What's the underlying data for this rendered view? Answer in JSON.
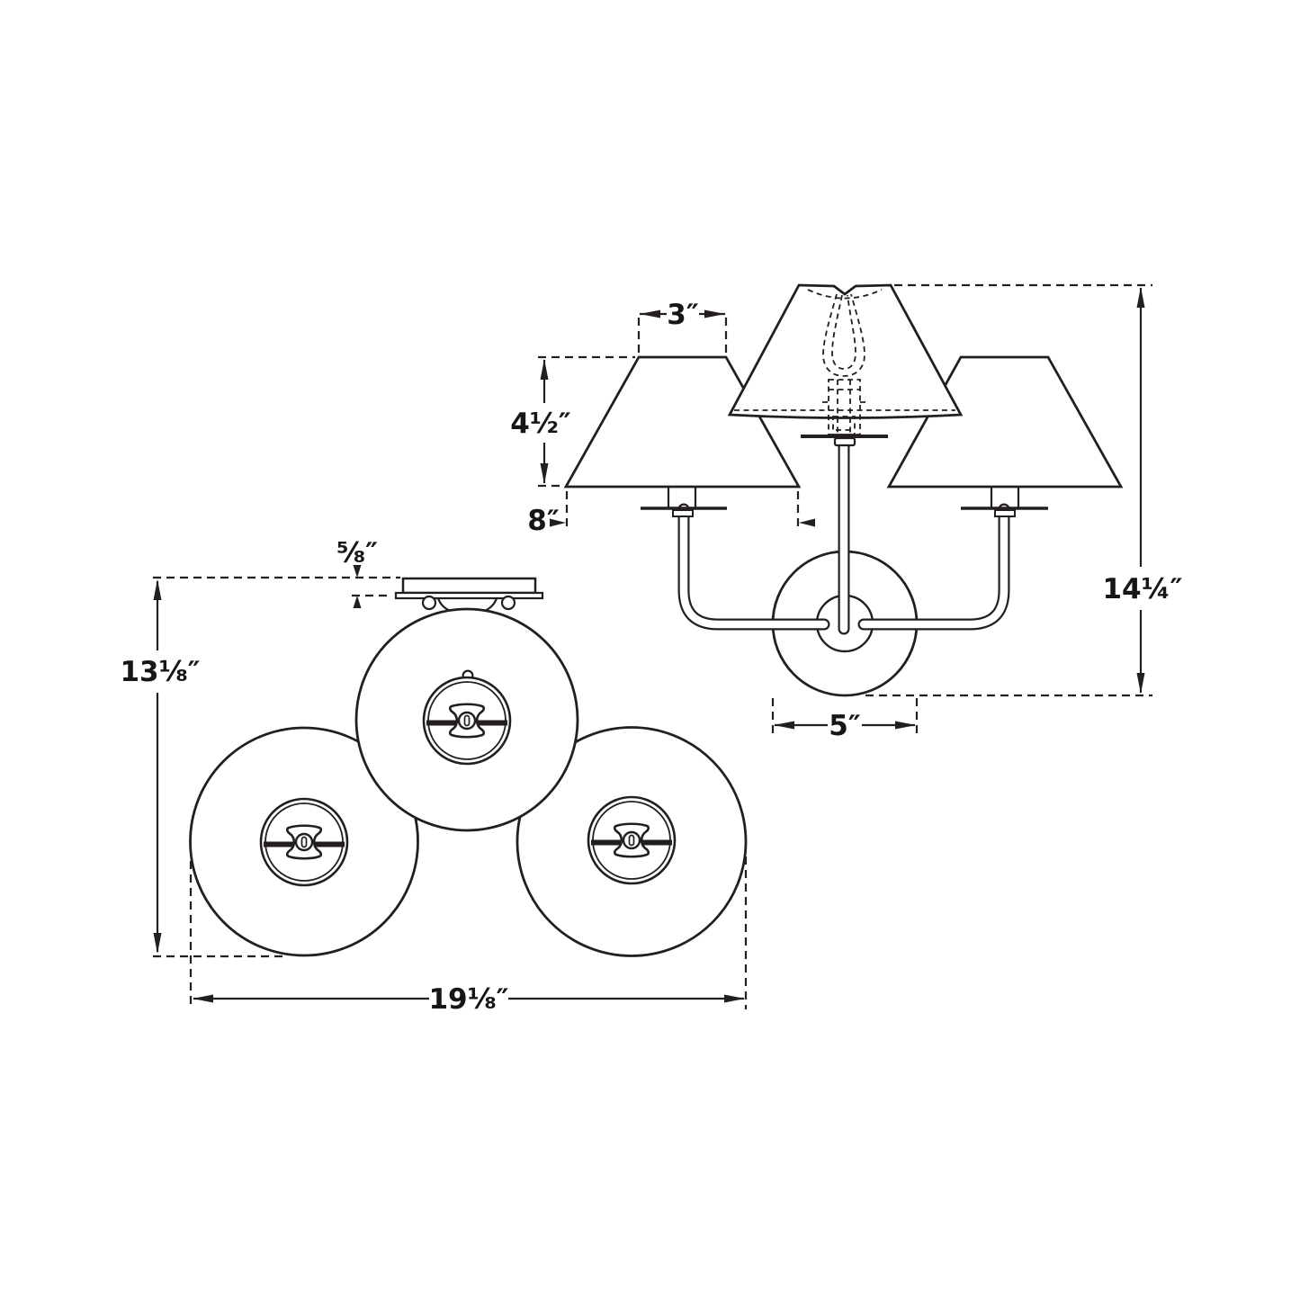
{
  "drawing": {
    "type": "lighting-fixture-dimension-diagram",
    "background_color": "#ffffff",
    "line_color": "#231f20",
    "side_view": {
      "dims": {
        "shade_top_width": "3″",
        "shade_height": "4½″",
        "shade_bottom_width": "8″",
        "canopy_diameter": "5″",
        "overall_height": "14¼″"
      }
    },
    "top_view": {
      "dims": {
        "backplate_thickness": "⅝″",
        "overall_depth": "13⅛″",
        "overall_width": "19⅛″"
      }
    }
  }
}
